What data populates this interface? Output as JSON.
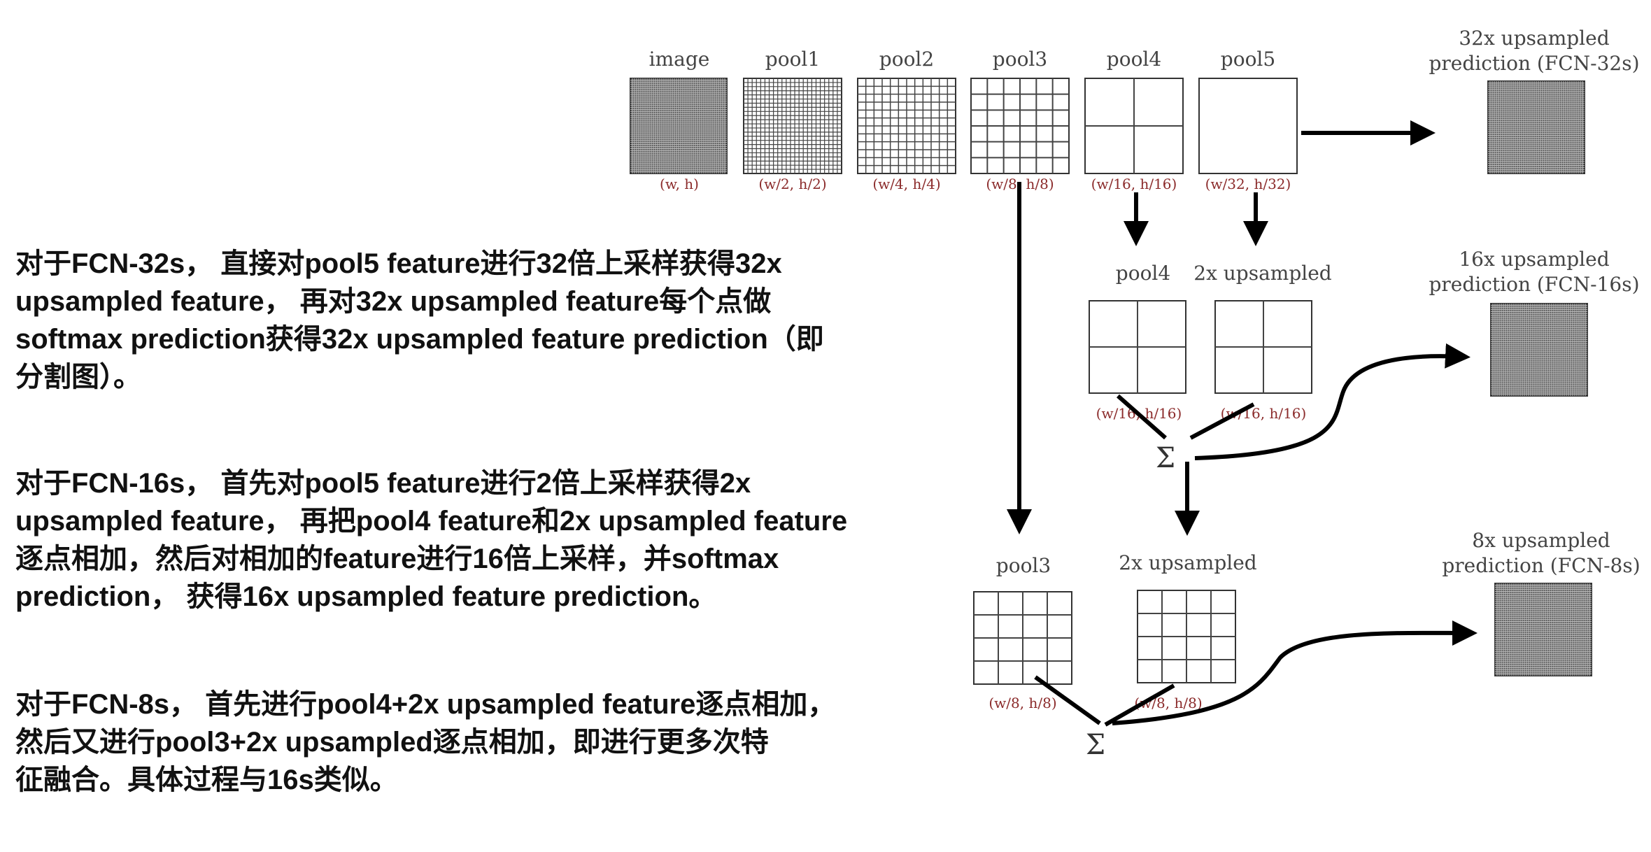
{
  "paragraphs": [
    {
      "lines": [
        "对于FCN-32s， 直接对pool5 feature进行32倍上采样获得32x",
        "upsampled feature， 再对32x upsampled feature每个点做",
        "softmax prediction获得32x upsampled feature prediction（即",
        "分割图）。"
      ]
    },
    {
      "lines": [
        "对于FCN-16s， 首先对pool5 feature进行2倍上采样获得2x",
        "upsampled feature， 再把pool4 feature和2x upsampled feature",
        "逐点相加，然后对相加的feature进行16倍上采样，并softmax",
        "prediction， 获得16x upsampled feature prediction。"
      ]
    },
    {
      "lines": [
        "对于FCN-8s， 首先进行pool4+2x upsampled feature逐点相加，",
        "然后又进行pool3+2x upsampled逐点相加，即进行更多次特",
        "征融合。具体过程与16s类似。"
      ]
    }
  ],
  "diagram": {
    "top_labels": [
      "image",
      "pool1",
      "pool2",
      "pool3",
      "pool4",
      "pool5"
    ],
    "top_sizes": [
      "(w, h)",
      "(w/2, h/2)",
      "(w/4, h/4)",
      "(w/8, h/8)",
      "(w/16, h/16)",
      "(w/32, h/32)"
    ],
    "pred32_label": [
      "32x upsampled",
      "prediction (FCN-32s)"
    ],
    "pred16_label": [
      "16x upsampled",
      "prediction (FCN-16s)"
    ],
    "pred8_label": [
      "8x upsampled",
      "prediction (FCN-8s)"
    ],
    "mid_labels": [
      "pool4",
      "2x upsampled"
    ],
    "mid_sizes": [
      "(w/16, h/16)",
      "(w/16, h/16)"
    ],
    "bot_labels": [
      "pool3",
      "2x upsampled"
    ],
    "bot_sizes": [
      "(w/8, h/8)",
      "(w/8, h/8)"
    ],
    "sum_symbol": "Σ"
  }
}
